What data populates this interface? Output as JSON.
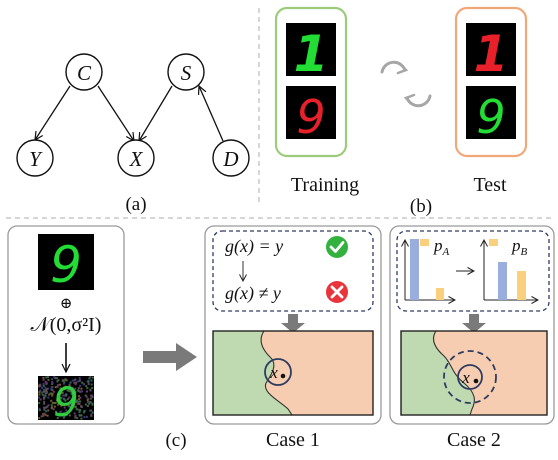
{
  "panel_a": {
    "nodes": {
      "c": "C",
      "s": "S",
      "y": "Y",
      "x": "X",
      "d": "D"
    },
    "caption": "(a)"
  },
  "panel_b": {
    "training_label": "Training",
    "test_label": "Test",
    "caption": "(b)",
    "digits": [
      "1",
      "9"
    ],
    "colors": {
      "green": "#22dd33",
      "red": "#e8202a",
      "train_frame": "#9bcc7c",
      "test_frame": "#f0a878"
    }
  },
  "panel_c": {
    "caption": "(c)",
    "digit": "9",
    "oplus": "⊕",
    "noise_formula": "𝒩(0,σ²I)",
    "case1": {
      "label": "Case 1",
      "eq_top": "g(x) = y",
      "eq_bottom": "g(x) ≠ y",
      "point": "x",
      "check_icon": "check-icon",
      "cross_icon": "cross-icon"
    },
    "case2": {
      "label": "Case 2",
      "dist_a": "p",
      "dist_a_sub": "A",
      "dist_b": "p",
      "dist_b_sub": "B",
      "point": "x"
    },
    "colors": {
      "region_green": "#bfdab0",
      "region_orange": "#f6cdb0",
      "bar_blue": "#9aaedd",
      "bar_orange": "#fbd07c",
      "arrow_gray": "#7a7a7a"
    }
  }
}
